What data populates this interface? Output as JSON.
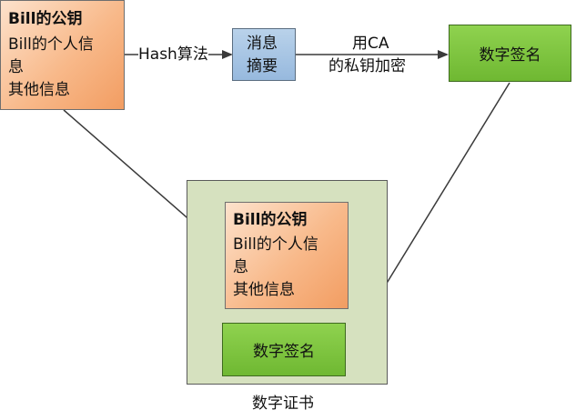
{
  "bill_info_top": {
    "line1": "Bill的公钥",
    "line2a": "Bill的个人信",
    "line2b": "息",
    "line3": "其他信息"
  },
  "hash_label": "Hash算法",
  "digest_box": {
    "line1": "消息",
    "line2": "摘要"
  },
  "ca_label": {
    "line1": "用CA",
    "line2": "的私钥加密"
  },
  "signature_top": "数字签名",
  "certificate": {
    "bill_info": {
      "line1": "Bill的公钥",
      "line2a": "Bill的个人信",
      "line2b": "息",
      "line3": "其他信息"
    },
    "signature": "数字签名",
    "caption": "数字证书"
  },
  "colors": {
    "orange_box": "#f8b98a",
    "blue_box": "#97b9de",
    "green_box": "#76c03a",
    "certificate_bg": "#d6e1bf",
    "arrow": "#3a3a3a"
  }
}
